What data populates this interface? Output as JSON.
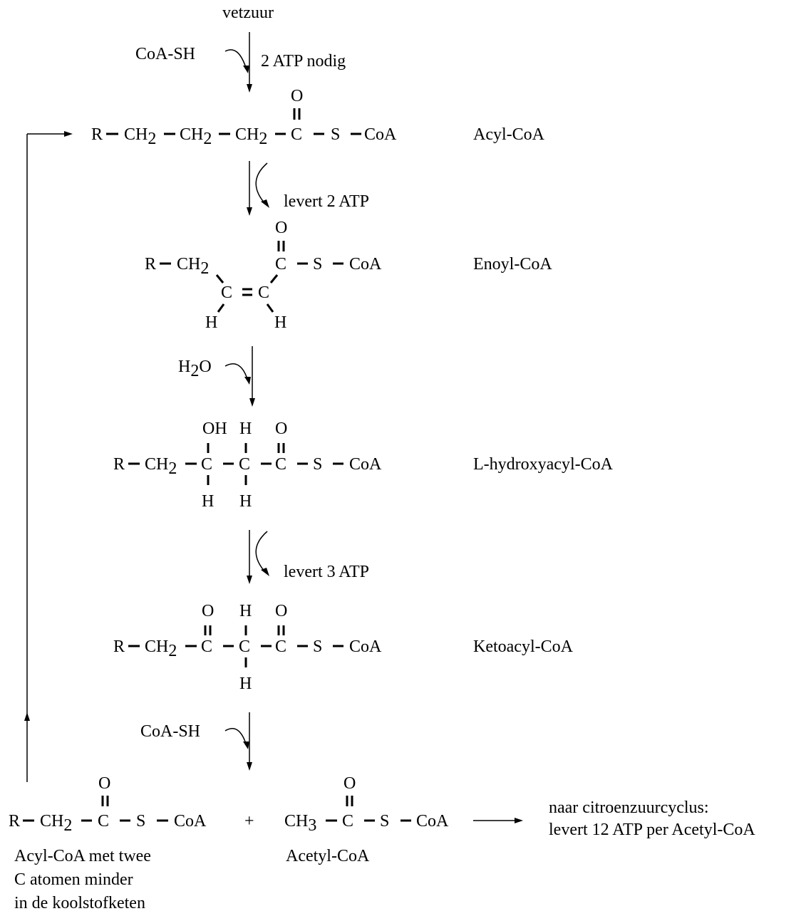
{
  "start": {
    "label": "vetzuur"
  },
  "steps": [
    {
      "reagent": "CoA-SH",
      "note": "2 ATP nodig"
    },
    {
      "reagent": "",
      "note": "levert 2 ATP"
    },
    {
      "reagent_main": "H",
      "reagent_sub": "2",
      "reagent_tail": "O",
      "note": ""
    },
    {
      "reagent": "",
      "note": "levert 3 ATP"
    },
    {
      "reagent": "CoA-SH",
      "note": ""
    }
  ],
  "compounds": [
    {
      "name": "Acyl-CoA"
    },
    {
      "name": "Enoyl-CoA"
    },
    {
      "name": "L-hydroxyacyl-CoA"
    },
    {
      "name": "Ketoacyl-CoA"
    }
  ],
  "products": {
    "plus": "+",
    "shortened": {
      "lines": [
        "Acyl-CoA met twee",
        "C atomen minder",
        "in de koolstofketen"
      ]
    },
    "acetyl": {
      "name": "Acetyl-CoA"
    },
    "destination": {
      "lines": [
        "naar citroenzuurcyclus:",
        "levert 12 ATP per Acetyl-CoA"
      ]
    }
  },
  "atoms": {
    "R": "R",
    "C": "C",
    "S": "S",
    "O": "O",
    "H": "H",
    "OH": "OH",
    "CoA": "CoA",
    "CH": "CH",
    "sub2": "2",
    "sub3": "3"
  }
}
